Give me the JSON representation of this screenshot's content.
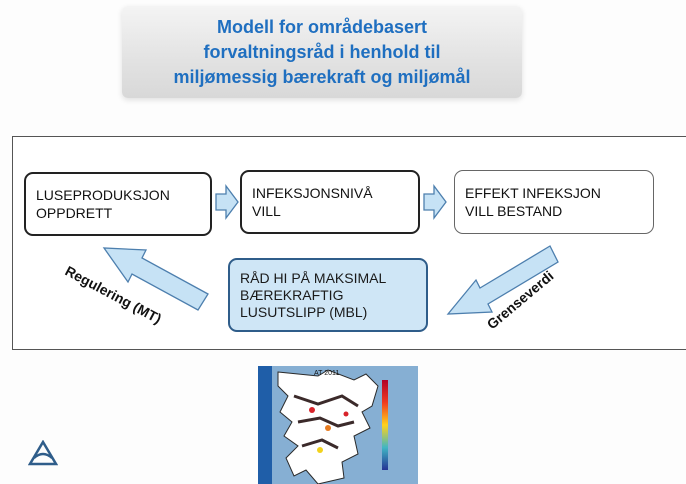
{
  "title": {
    "line1": "Modell for områdebasert",
    "line2": "forvaltningsråd i henhold til",
    "line3": "miljømessig bærekraft og miljømål"
  },
  "boxes": {
    "lakseproduksjon": {
      "line1": "LUSEPRODUKSJON",
      "line2": "OPPDRETT"
    },
    "infeksjonsniva": {
      "line1": "INFEKSJONSNIVÅ",
      "line2": "VILL"
    },
    "effekt": {
      "line1": "EFFEKT INFEKSJON",
      "line2": "VILL BESTAND"
    },
    "mbl": {
      "line1": "RÅD HI PÅ MAKSIMAL",
      "line2": "BÆREKRAFTIG",
      "line3": "LUSUTSLIPP (MBL)"
    }
  },
  "arrows": {
    "regulering": "Regulering (MT)",
    "grenseverdi": "Grenseverdi"
  },
  "colors": {
    "title": "#1f6fc0",
    "arrow_fill": "#c6e2f5",
    "arrow_stroke": "#4d7fae",
    "mbl_fill": "#cfe6f6",
    "mbl_border": "#2f5d8a"
  },
  "map": {
    "title": "AT 2011"
  }
}
